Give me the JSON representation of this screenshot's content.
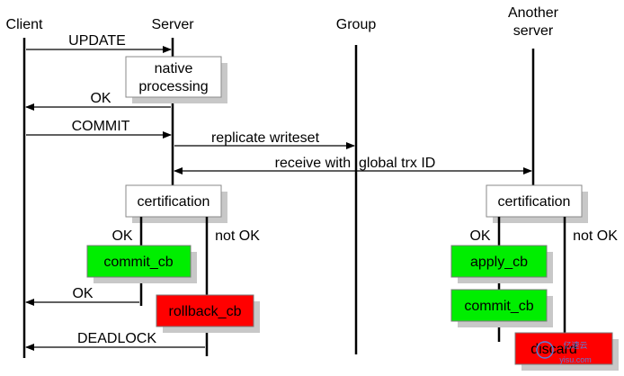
{
  "participants": {
    "client": "Client",
    "server": "Server",
    "group": "Group",
    "another_line1": "Another",
    "another_line2": "server"
  },
  "messages": {
    "update": "UPDATE",
    "ok_native": "OK",
    "commit": "COMMIT",
    "replicate": "replicate writeset",
    "receive": "receive with  global trx ID",
    "ok_commit": "OK",
    "deadlock": "DEADLOCK"
  },
  "boxes": {
    "native_line1": "native",
    "native_line2": "processing",
    "certification_server": "certification",
    "commit_cb": "commit_cb",
    "rollback_cb": "rollback_cb",
    "certification_another": "certification",
    "apply_cb": "apply_cb",
    "commit_cb_another": "commit_cb",
    "discard": "discard"
  },
  "branches": {
    "server_ok": "OK",
    "server_not_ok": "not OK",
    "another_ok": "OK",
    "another_not_ok": "not OK"
  },
  "watermark": {
    "line1": "亿速云",
    "line2": "yisu.com"
  },
  "colors": {
    "green": "#00ee00",
    "red": "#ff0000",
    "white_box": "#ffffff",
    "shadow": "#c8c8c8",
    "line": "#000000"
  }
}
